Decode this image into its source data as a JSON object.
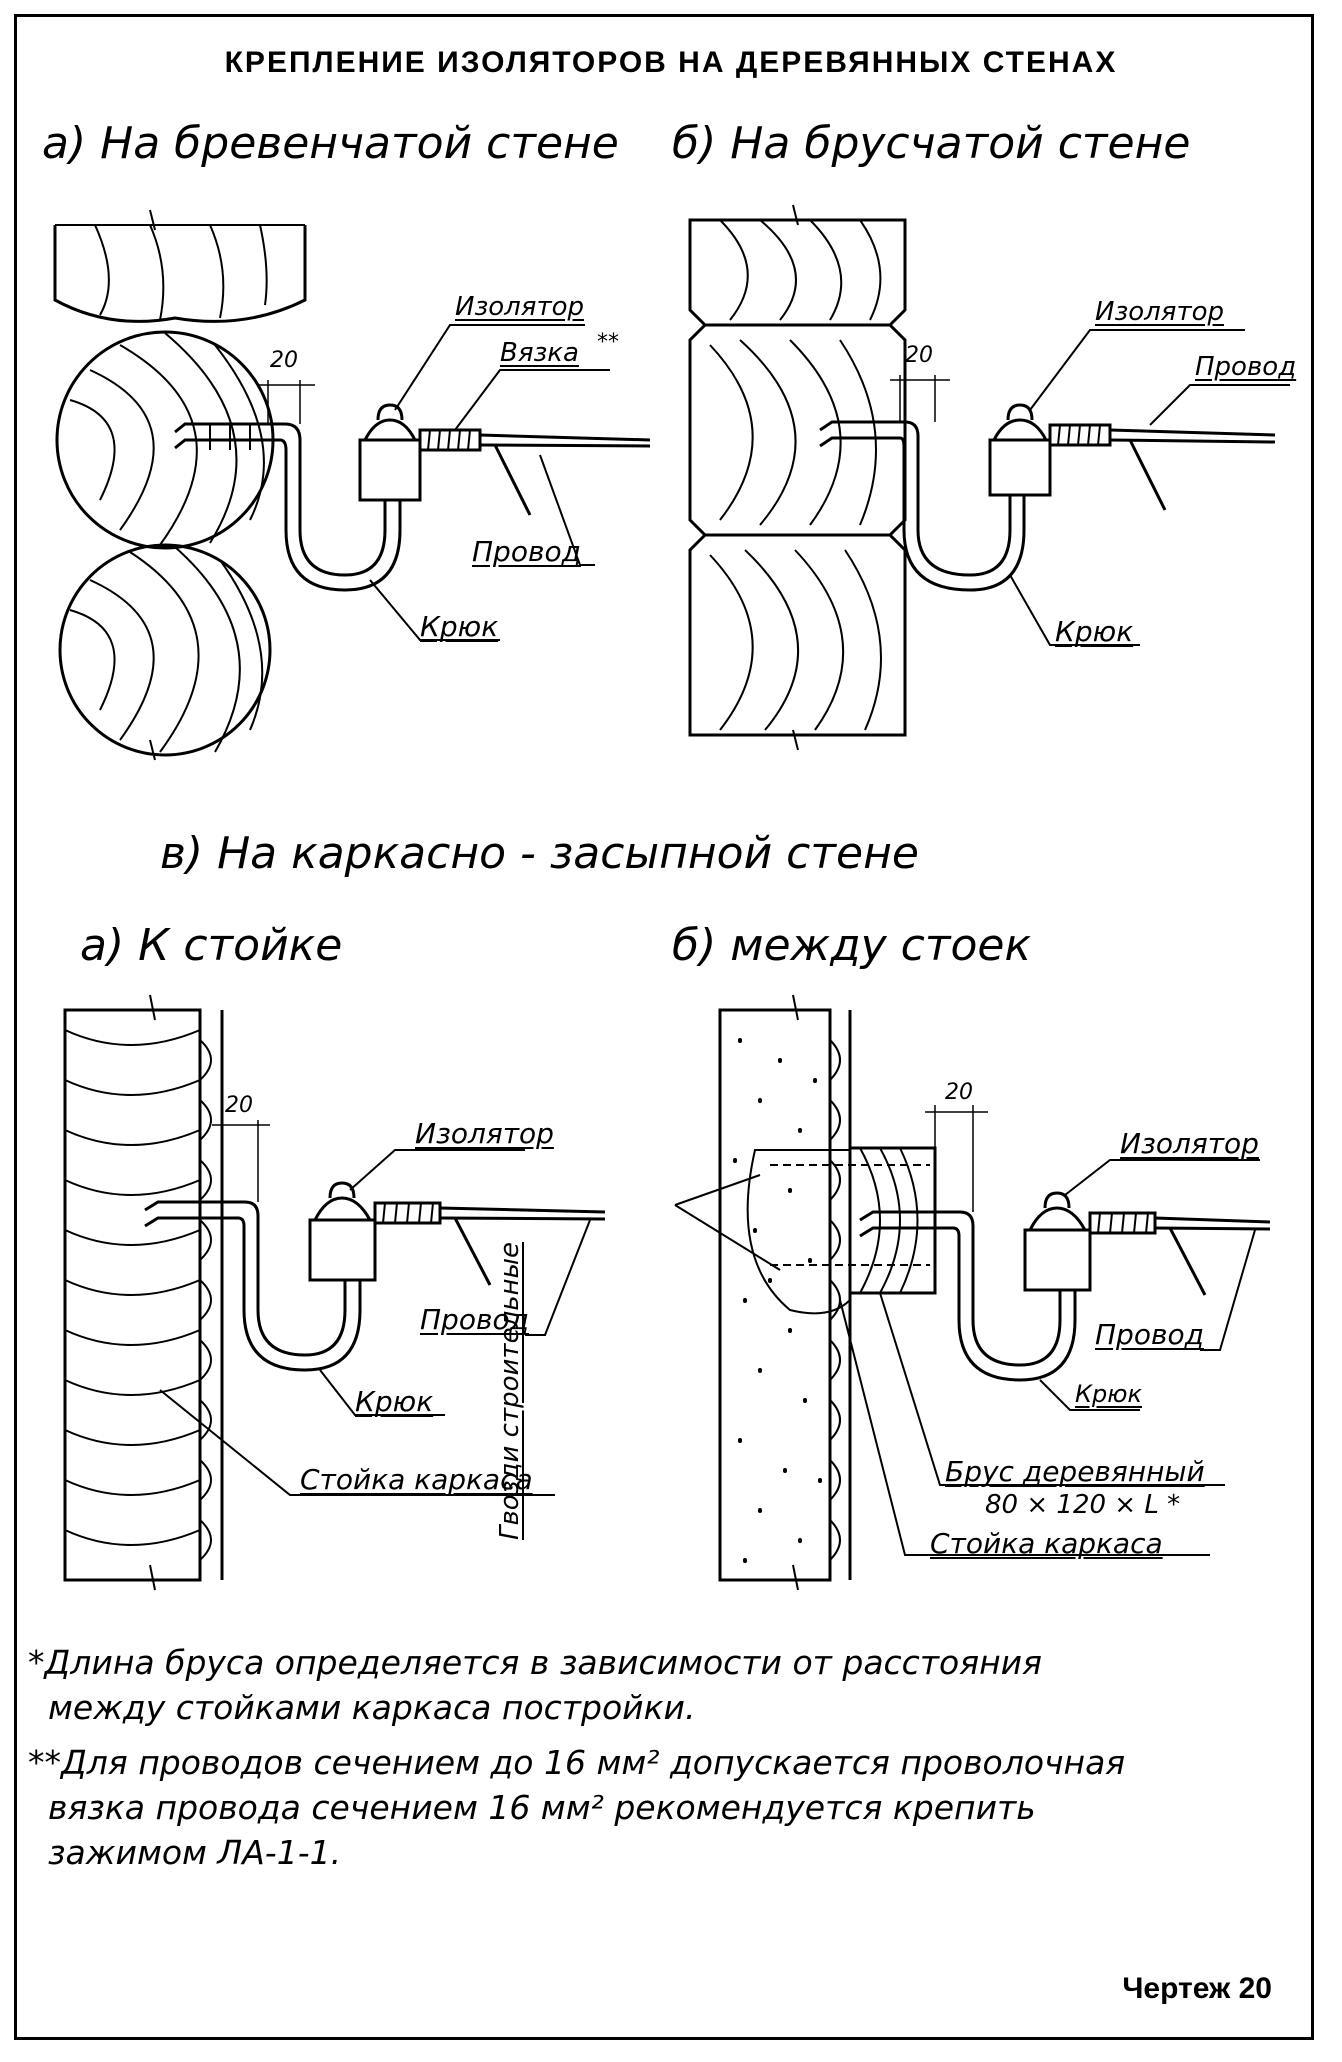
{
  "title": "КРЕПЛЕНИЕ ИЗОЛЯТОРОВ НА ДЕРЕВЯННЫХ СТЕНАХ",
  "section_a": {
    "heading": "а) На бревенчатой стене",
    "dimension": "20",
    "labels": {
      "insulator": "Изолятор",
      "binding": "Вязка",
      "binding_mark": "**",
      "wire": "Провод",
      "hook": "Крюк"
    }
  },
  "section_b": {
    "heading": "б) На брусчатой стене",
    "dimension": "20",
    "labels": {
      "insulator": "Изолятор",
      "wire": "Провод",
      "hook": "Крюк"
    }
  },
  "section_c": {
    "heading": "в) На каркасно - засыпной стене",
    "sub_a": {
      "heading": "а) К стойке",
      "dimension": "20",
      "labels": {
        "insulator": "Изолятор",
        "wire": "Провод",
        "hook": "Крюк",
        "post": "Стойка каркаса"
      }
    },
    "sub_b": {
      "heading": "б) между стоек",
      "dimension": "20",
      "labels": {
        "insulator": "Изолятор",
        "wire": "Провод",
        "hook": "Крюк",
        "nails": "Гвозди строительные",
        "beam": "Брус деревянный",
        "beam_size": "80 × 120 × L *",
        "post": "Стойка каркаса"
      }
    }
  },
  "notes": [
    "*Длина бруса определяется в зависимости от расстояния",
    "между стойками каркаса постройки.",
    "**Для проводов сечением до 16 мм² допускается проволочная",
    "вязка провода сечением 16 мм² рекомендуется крепить",
    "зажимом ЛА-1-1."
  ],
  "footer": "Чертеж 20"
}
